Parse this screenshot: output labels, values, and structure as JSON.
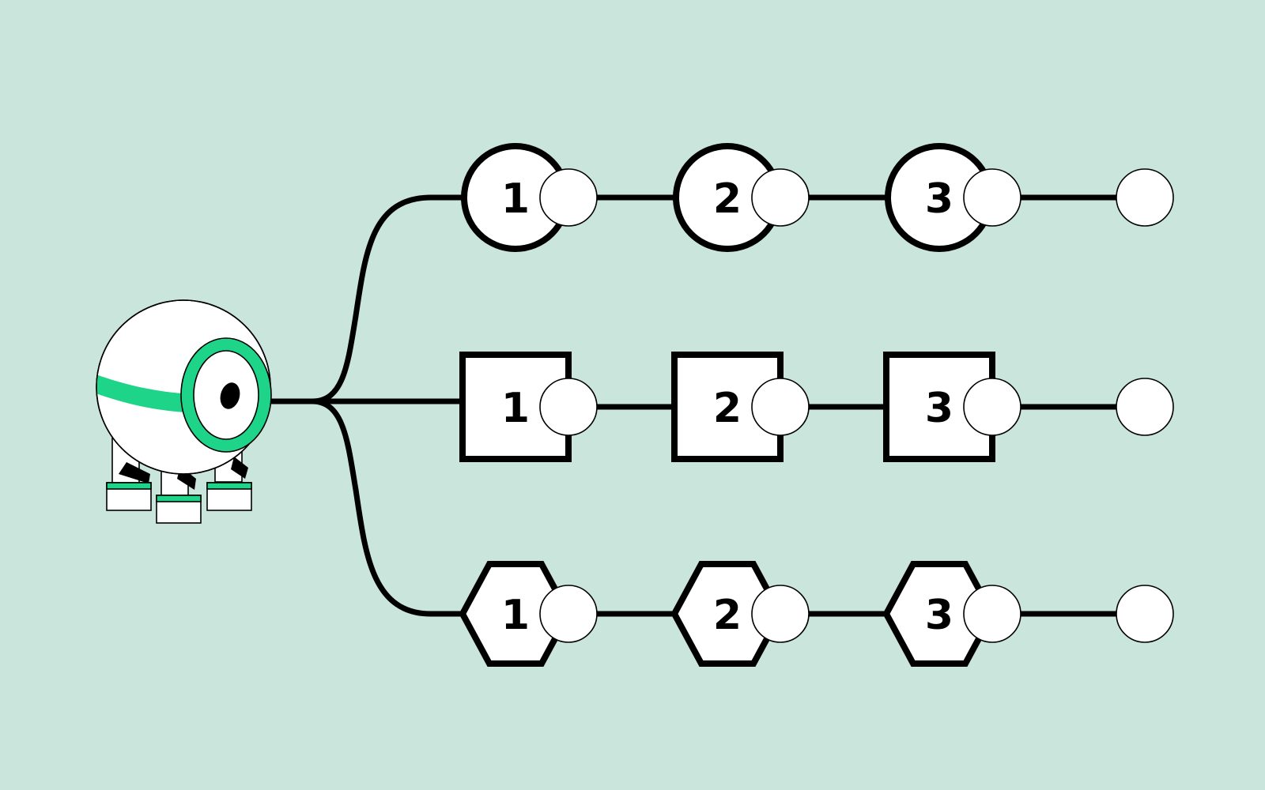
{
  "colors": {
    "background": "#cae5dc",
    "accent": "#1ed488",
    "stroke": "#000000",
    "fill": "#ffffff"
  },
  "robot": {
    "icon": "robot-icon"
  },
  "rows": [
    {
      "shape": "circle",
      "nodes": [
        {
          "label": "1"
        },
        {
          "label": "2"
        },
        {
          "label": "3"
        }
      ]
    },
    {
      "shape": "square",
      "nodes": [
        {
          "label": "1"
        },
        {
          "label": "2"
        },
        {
          "label": "3"
        }
      ]
    },
    {
      "shape": "hexagon",
      "nodes": [
        {
          "label": "1"
        },
        {
          "label": "2"
        },
        {
          "label": "3"
        }
      ]
    }
  ]
}
